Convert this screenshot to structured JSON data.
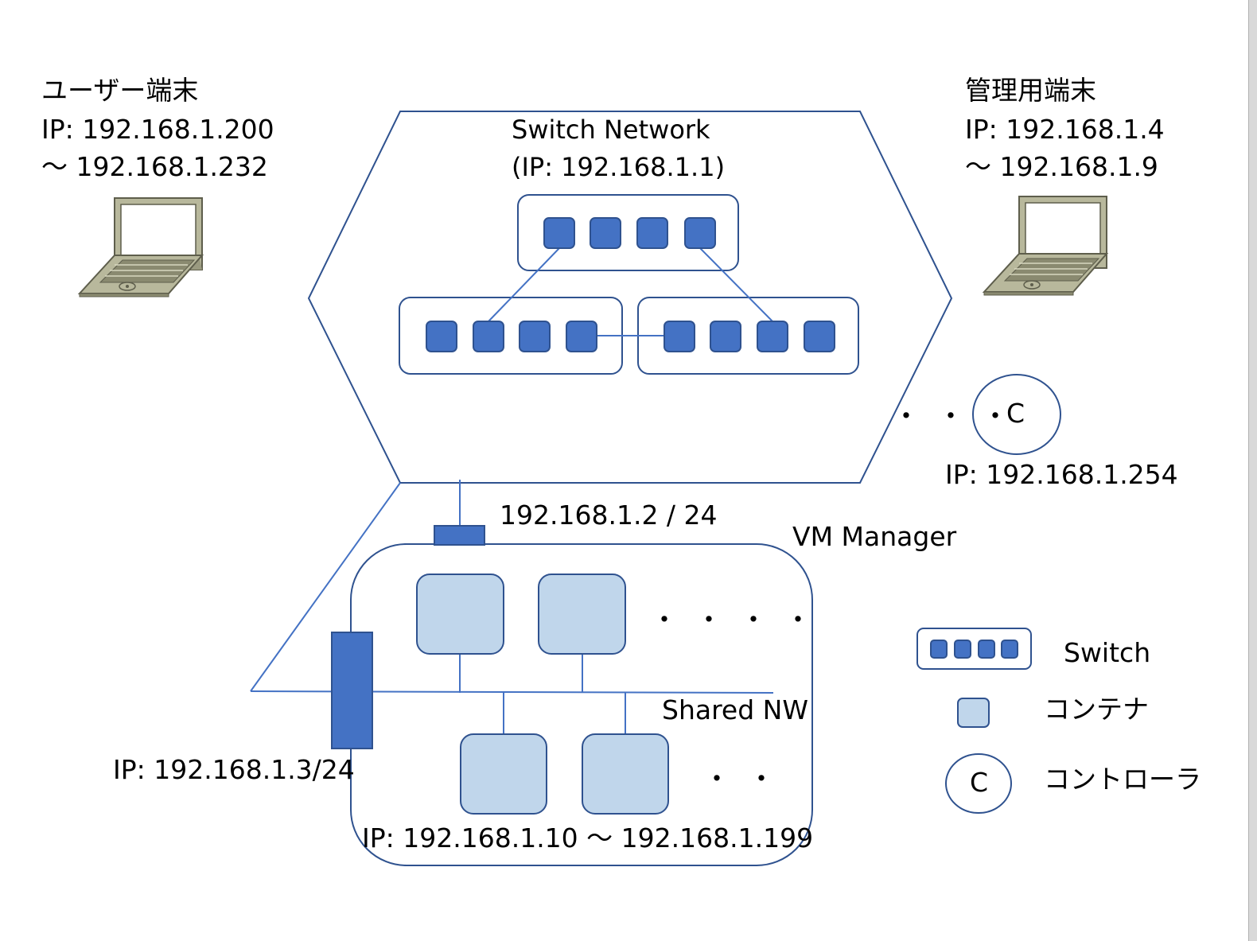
{
  "user_terminal": {
    "label": "ユーザー端末",
    "ip_line1": "IP: 192.168.1.200",
    "ip_line2": "～ 192.168.1.232"
  },
  "admin_terminal": {
    "label": "管理用端末",
    "ip_line1": "IP: 192.168.1.4",
    "ip_line2": "～ 192.168.1.9"
  },
  "switch_network": {
    "title": "Switch Network",
    "ip": "(IP: 192.168.1.1)"
  },
  "controller": {
    "symbol": "C",
    "ip": "IP: 192.168.1.254",
    "dots": "・・・"
  },
  "vm_manager": {
    "title": "VM Manager",
    "top_interface_ip": "192.168.1.2 / 24",
    "side_interface_ip": "IP: 192.168.1.3/24",
    "shared_nw": "Shared NW",
    "container_range": "IP: 192.168.1.10 ～ 192.168.1.199",
    "dots_top": "・・・・",
    "dots_bottom": "・・"
  },
  "legend": {
    "switch_label": "Switch",
    "container_label": "コンテナ",
    "controller_symbol": "C",
    "controller_label": "コントローラ"
  },
  "colors": {
    "line": "#2f528f",
    "switch_port": "#4472c4",
    "container": "#c0d6eb",
    "laptop_frame": "#b8b89c",
    "laptop_dark": "#5e5e4c"
  }
}
